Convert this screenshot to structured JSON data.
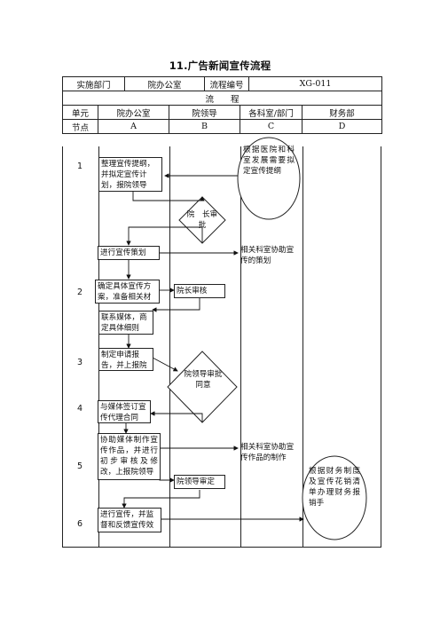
{
  "title": "11.广告新闻宣传流程",
  "header": {
    "dept_label": "实施部门",
    "dept_value": "院办公室",
    "code_label": "流程编号",
    "code_value": "XG-011",
    "flow_label": "流　　程",
    "unit_label": "单元",
    "node_label": "节点",
    "units": [
      "院办公室",
      "院领导",
      "各科室/部门",
      "财务部"
    ],
    "nodes": [
      "A",
      "B",
      "C",
      "D"
    ]
  },
  "rows": [
    "1",
    "2",
    "3",
    "4",
    "5",
    "6"
  ],
  "steps": {
    "a1": "整理宣传提纲，并拟定宣传计划，报院领导",
    "c1": "根据医院和科室发展需要拟定宣传提纲",
    "b1": "院　长审批",
    "a2": "进行宣传策划",
    "c2": "相关科室协助宣传的策划",
    "a3": "确定具体宣传方案，准备相关材料",
    "b3": "院长审核",
    "a4": "联系媒体，商定具体细则",
    "a5": "制定申请报告，并上报院领导",
    "b5": "院领导审批同意",
    "a6": "与媒体签订宣传代理合同",
    "a7": "协助媒体制作宣传作品，并进行初步审核及修改，上报院领导",
    "c7": "相关科室协助宣传作品的制作",
    "b7": "院领导审定",
    "d7": "根据财务制度及宣传花销清单办理财务报销手",
    "a8": "进行宣传，并监督和反馈宣传效果"
  }
}
